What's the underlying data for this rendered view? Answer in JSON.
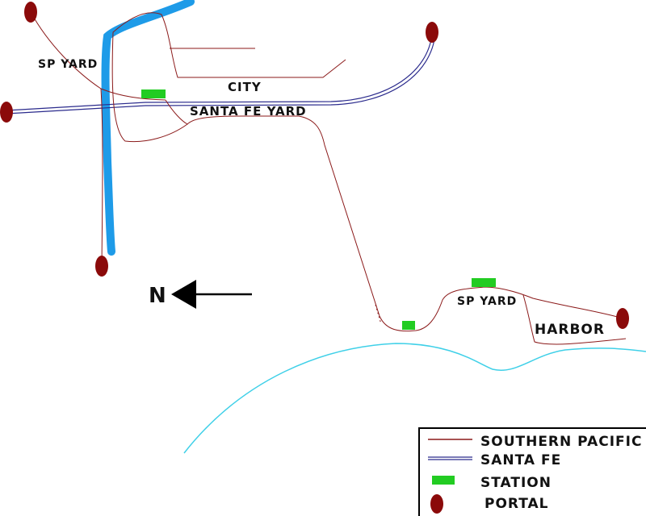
{
  "labels": {
    "sp_yard_north": "SP YARD",
    "city": "CITY",
    "santa_fe_yard": "SANTA FE YARD",
    "sp_yard_south": "SP YARD",
    "harbor": "HARBOR",
    "north_arrow": "N"
  },
  "legend": {
    "southern_pacific": "SOUTHERN PACIFIC",
    "santa_fe": "SANTA FE",
    "station": "STATION",
    "portal": "PORTAL"
  },
  "colors": {
    "southern_pacific": "#8b1a1a",
    "santa_fe": "#2a2a8c",
    "river": "#1e9be8",
    "coastline": "#3fd0e8",
    "station": "#22cc22",
    "portal": "#8b0a0a"
  },
  "icons": {
    "north_arrow": "arrow-left-icon",
    "station": "station-marker-icon",
    "portal": "portal-marker-icon"
  }
}
